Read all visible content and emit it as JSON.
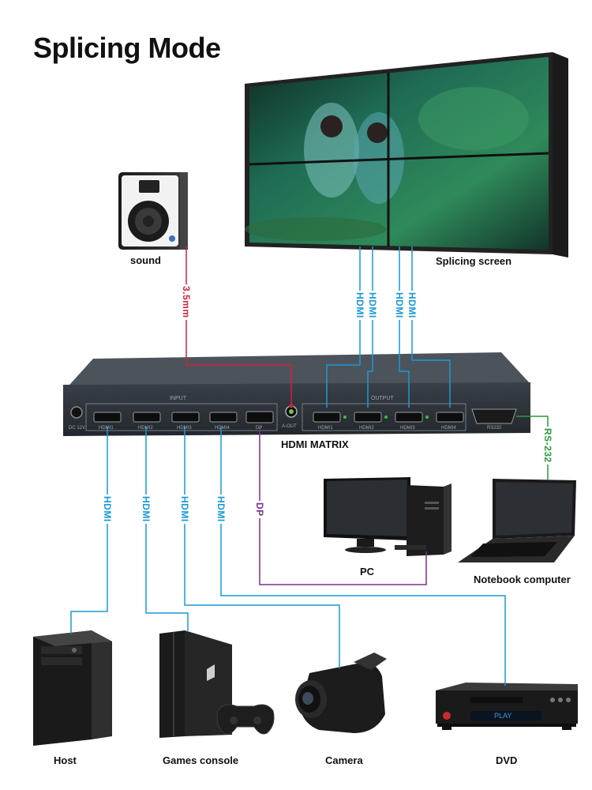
{
  "title": "Splicing Mode",
  "devices": {
    "sound": "sound",
    "splicing_screen": "Splicing screen",
    "matrix": "HDMI MATRIX",
    "pc": "PC",
    "notebook": "Notebook computer",
    "host": "Host",
    "games_console": "Games console",
    "camera": "Camera",
    "dvd": "DVD"
  },
  "cables": {
    "audio": "3.5mm",
    "hdmi": "HDMI",
    "dp": "DP",
    "serial": "RS-232"
  },
  "panel": {
    "input_group": "INPUT",
    "output_group": "OUTPUT",
    "dc": "DC 12V",
    "aout": "A-OUT",
    "rs232": "RS232",
    "in_ports": [
      "HDMI1",
      "HDMI2",
      "HDMI3",
      "HDMI4",
      "DP"
    ],
    "out_ports": [
      "HDMI1",
      "HDMI2",
      "HDMI3",
      "HDMI4"
    ],
    "dvd_display": "PLAY"
  },
  "colors": {
    "hdmi": "#1a9ad6",
    "audio": "#d0213a",
    "dp": "#7b2f8e",
    "serial": "#2a9a3a"
  }
}
